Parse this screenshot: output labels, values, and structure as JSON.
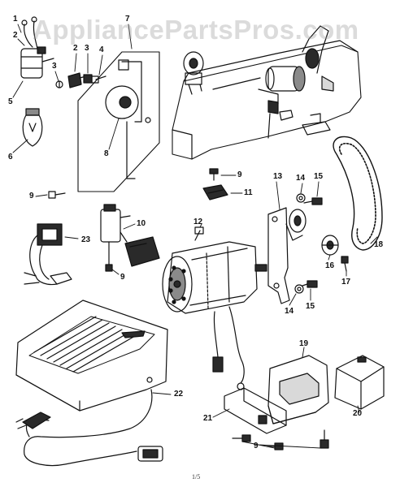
{
  "watermark": "AppliancePartsPros.com",
  "page_mark": "1/5",
  "callouts": {
    "c1": "1",
    "c2": "2",
    "c3": "3",
    "c4": "4",
    "c5": "5",
    "c6": "6",
    "c7": "7",
    "c8": "8",
    "c9a": "9",
    "c9b": "9",
    "c9c": "9",
    "c9d": "9",
    "c10": "10",
    "c11": "11",
    "c12": "12",
    "c13": "13",
    "c14a": "14",
    "c14b": "14",
    "c15a": "15",
    "c15b": "15",
    "c16": "16",
    "c17": "17",
    "c18": "18",
    "c19": "19",
    "c20": "20",
    "c21": "21",
    "c22": "22",
    "c23": "23"
  },
  "colors": {
    "ink": "#111111",
    "fill_dark": "#2a2a2a",
    "fill_mid": "#8a8a8a",
    "fill_light": "#d9d9d9"
  }
}
